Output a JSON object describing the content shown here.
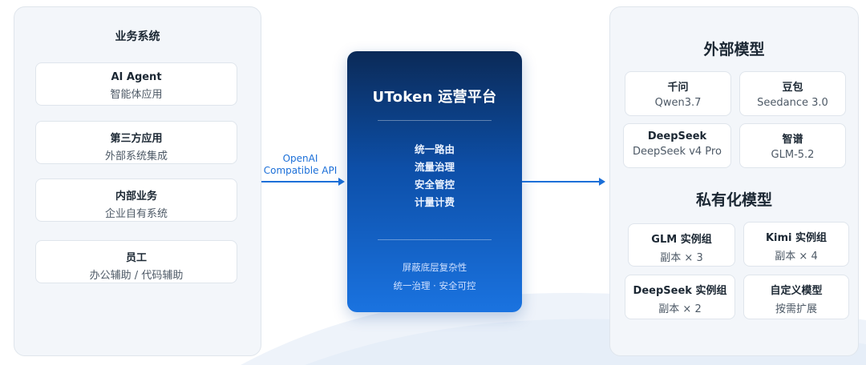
{
  "business": {
    "title": "业务系统",
    "cards": [
      {
        "title": "AI Agent",
        "subtitle": "智能体应用"
      },
      {
        "title": "第三方应用",
        "subtitle": "外部系统集成"
      },
      {
        "title": "内部业务",
        "subtitle": "企业自有系统"
      },
      {
        "title": "员工",
        "subtitle": "办公辅助 / 代码辅助"
      }
    ]
  },
  "connector": {
    "line1": "OpenAI",
    "line2": "Compatible API"
  },
  "platform": {
    "title": "UToken 运营平台",
    "features": [
      "统一路由",
      "流量治理",
      "安全管控",
      "计量计费"
    ],
    "footer": [
      "屏蔽底层复杂性",
      "统一治理 · 安全可控"
    ]
  },
  "external_models": {
    "title": "外部模型",
    "cards": [
      {
        "title": "千问",
        "subtitle": "Qwen3.7"
      },
      {
        "title": "豆包",
        "subtitle": "Seedance 3.0"
      },
      {
        "title": "DeepSeek",
        "subtitle": "DeepSeek v4 Pro"
      },
      {
        "title": "智谱",
        "subtitle": "GLM-5.2"
      }
    ]
  },
  "private_models": {
    "title": "私有化模型",
    "cards": [
      {
        "title": "GLM 实例组",
        "subtitle": "副本 × 3"
      },
      {
        "title": "Kimi 实例组",
        "subtitle": "副本 × 4"
      },
      {
        "title": "DeepSeek 实例组",
        "subtitle": "副本 × 2"
      },
      {
        "title": "自定义模型",
        "subtitle": "按需扩展"
      }
    ]
  },
  "colors": {
    "accent": "#1b6fd8",
    "platform_top": "#0b2a57",
    "platform_bottom": "#1a73e0",
    "panel_bg": "#f3f6fa"
  }
}
